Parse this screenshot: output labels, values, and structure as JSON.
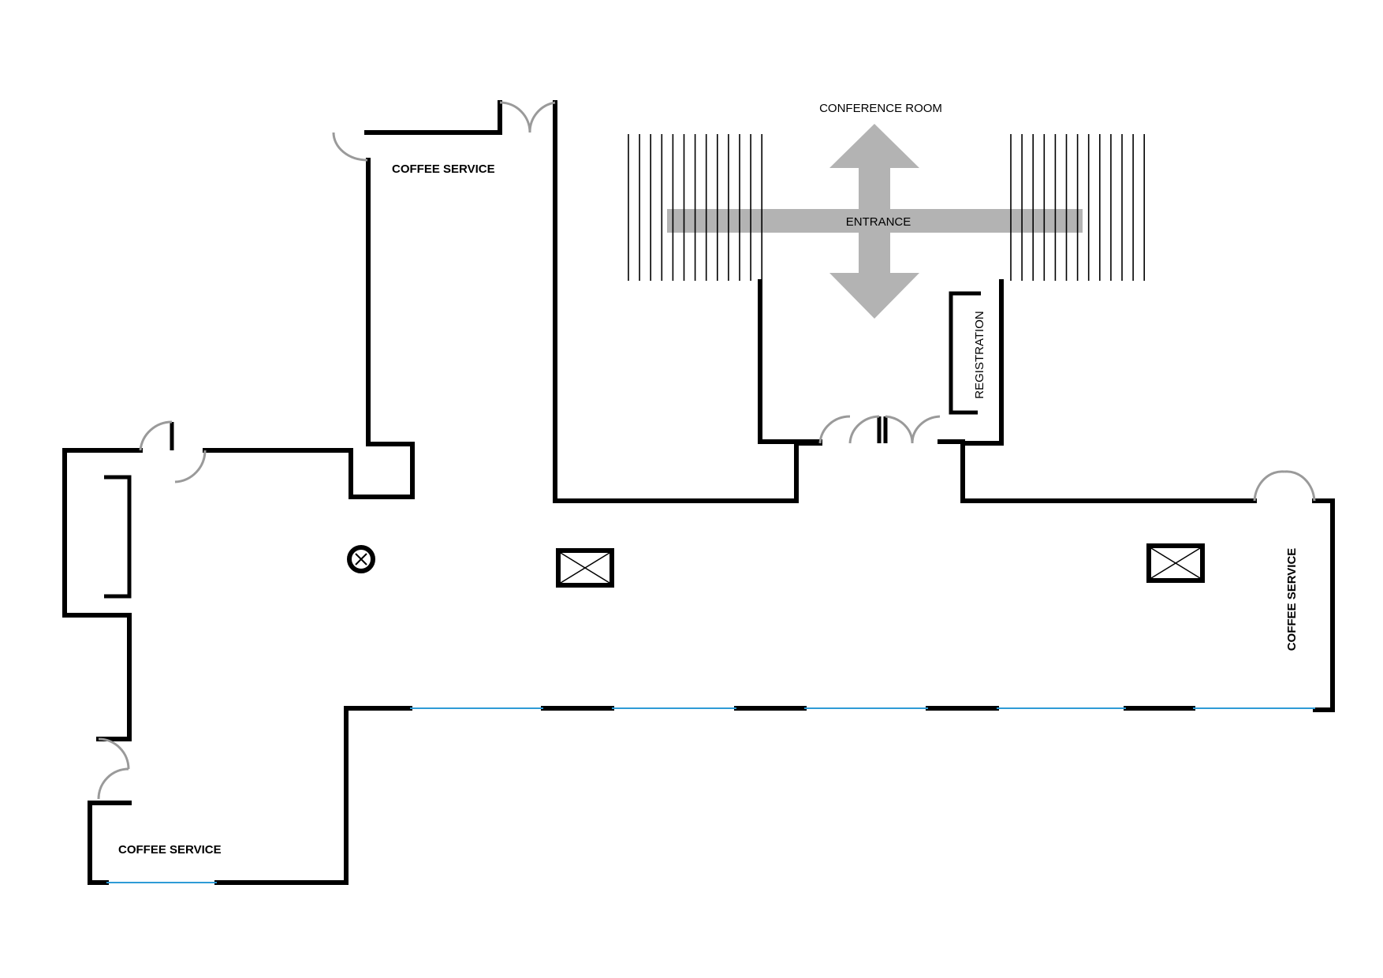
{
  "labels": {
    "conference_room": "CONFERENCE ROOM",
    "entrance": "ENTRANCE",
    "registration": "REGISTRATION",
    "coffee_service_north": "COFFEE SERVICE",
    "coffee_service_east": "COFFEE SERVICE",
    "coffee_service_southwest": "COFFEE SERVICE"
  },
  "colors": {
    "wall": "#000000",
    "door_swing": "#9a9a9a",
    "window_glass": "#2e9bd6",
    "entrance_arrow": "#b3b3b3"
  },
  "icons": {
    "column_symbol": "circle-x-icon",
    "service_box": "crossed-box-icon"
  }
}
